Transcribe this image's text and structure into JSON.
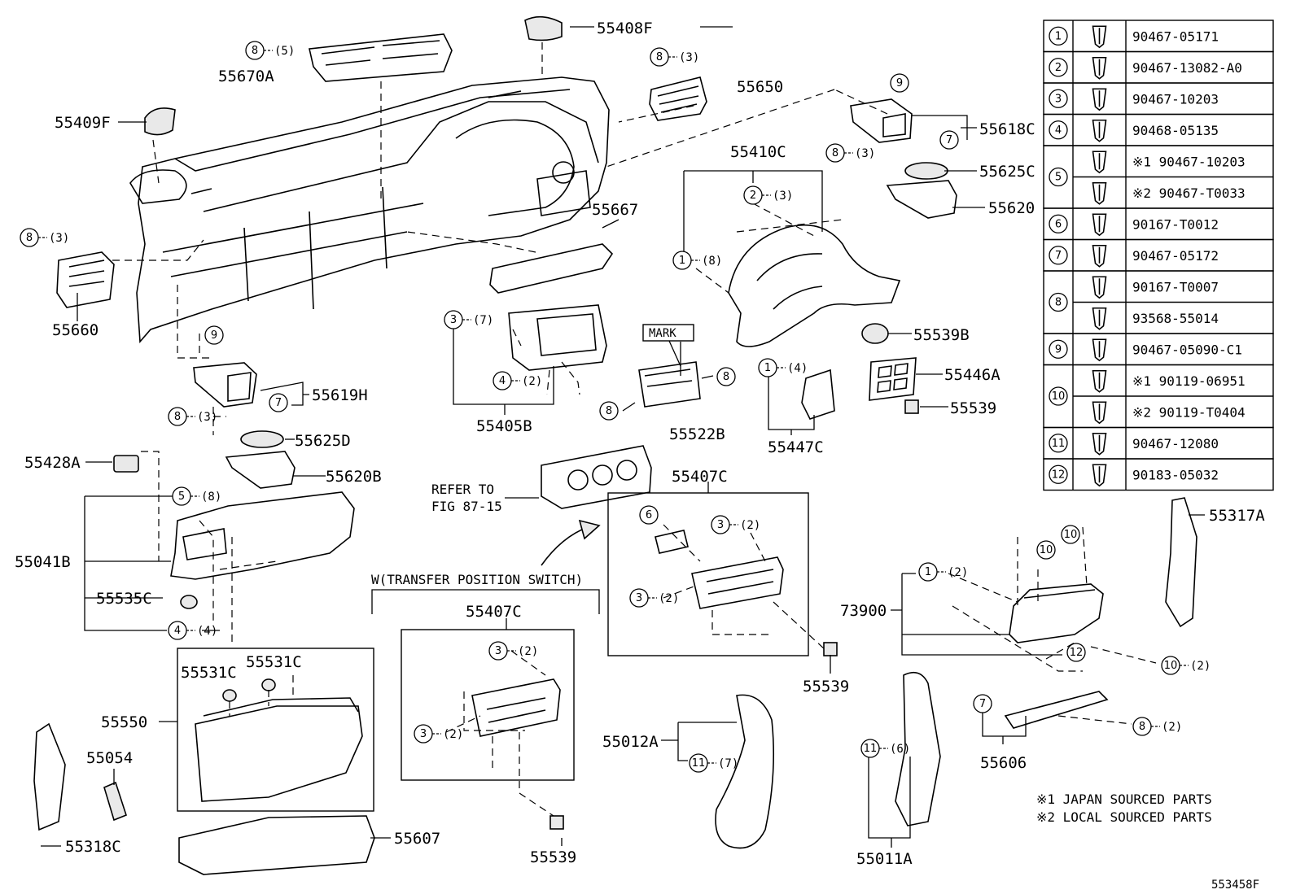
{
  "diagram_id": "553458F",
  "part_labels": {
    "p55408F": "55408F",
    "p55670A": "55670A",
    "p55650": "55650",
    "p55409F": "55409F",
    "p55618C": "55618C",
    "p55410C": "55410C",
    "p55625C": "55625C",
    "p55620": "55620",
    "p55667": "55667",
    "p55660": "55660",
    "p55539B": "55539B",
    "p55446A": "55446A",
    "p55539a": "55539",
    "p55405B": "55405B",
    "p55522B": "55522B",
    "p55447C": "55447C",
    "p55619H": "55619H",
    "p55625D": "55625D",
    "p55428A": "55428A",
    "p55620B": "55620B",
    "p55407Ca": "55407C",
    "p55041B": "55041B",
    "p55535C": "55535C",
    "p55317A": "55317A",
    "p73900": "73900",
    "p55407Cb": "55407C",
    "p55531Ca": "55531C",
    "p55531Cb": "55531C",
    "p55550": "55550",
    "p55054": "55054",
    "p55318C": "55318C",
    "p55607": "55607",
    "p55539b": "55539",
    "p55539c": "55539",
    "p55012A": "55012A",
    "p55606": "55606",
    "p55011A": "55011A"
  },
  "text": {
    "mark": "MARK",
    "refer1": "REFER TO",
    "refer2": "FIG 87-15",
    "transfer": "W(TRANSFER POSITION SWITCH)",
    "note1": "※1  JAPAN SOURCED PARTS",
    "note2": "※2  LOCAL SOURCED PARTS"
  },
  "callouts": {
    "c1": {
      "num": "8",
      "qty": "(5)"
    },
    "c2": {
      "num": "8",
      "qty": "(3)"
    },
    "c3": {
      "num": "9",
      "qty": ""
    },
    "c4": {
      "num": "7",
      "qty": ""
    },
    "c5": {
      "num": "8",
      "qty": "(3)"
    },
    "c6": {
      "num": "2",
      "qty": "(3)"
    },
    "c7": {
      "num": "1",
      "qty": "(8)"
    },
    "c8": {
      "num": "8",
      "qty": "(3)"
    },
    "c9": {
      "num": "3",
      "qty": "(7)"
    },
    "c10": {
      "num": "4",
      "qty": "(2)"
    },
    "c11": {
      "num": "8",
      "qty": ""
    },
    "c12": {
      "num": "8",
      "qty": ""
    },
    "c13": {
      "num": "1",
      "qty": "(4)"
    },
    "c14": {
      "num": "9",
      "qty": ""
    },
    "c15": {
      "num": "7",
      "qty": ""
    },
    "c16": {
      "num": "8",
      "qty": "(3)"
    },
    "c17": {
      "num": "5",
      "qty": "(8)"
    },
    "c18": {
      "num": "4",
      "qty": "(4)"
    },
    "c19": {
      "num": "6",
      "qty": ""
    },
    "c20": {
      "num": "3",
      "qty": "(2)"
    },
    "c21": {
      "num": "3",
      "qty": "(2)"
    },
    "c22": {
      "num": "3",
      "qty": "(2)"
    },
    "c23": {
      "num": "3",
      "qty": "(2)"
    },
    "c24": {
      "num": "11",
      "qty": "(7)"
    },
    "c25": {
      "num": "11",
      "qty": "(6)"
    },
    "c26": {
      "num": "1",
      "qty": "(2)"
    },
    "c27": {
      "num": "10",
      "qty": ""
    },
    "c28": {
      "num": "10",
      "qty": ""
    },
    "c29": {
      "num": "12",
      "qty": ""
    },
    "c30": {
      "num": "10",
      "qty": "(2)"
    },
    "c31": {
      "num": "7",
      "qty": ""
    },
    "c32": {
      "num": "8",
      "qty": "(2)"
    }
  },
  "fastener_table": [
    {
      "num": "1",
      "parts": [
        "90467-05171"
      ]
    },
    {
      "num": "2",
      "parts": [
        "90467-13082-A0"
      ]
    },
    {
      "num": "3",
      "parts": [
        "90467-10203"
      ]
    },
    {
      "num": "4",
      "parts": [
        "90468-05135"
      ]
    },
    {
      "num": "5",
      "parts": [
        "※1 90467-10203",
        "※2 90467-T0033"
      ]
    },
    {
      "num": "6",
      "parts": [
        "90167-T0012"
      ]
    },
    {
      "num": "7",
      "parts": [
        "90467-05172"
      ]
    },
    {
      "num": "8",
      "parts": [
        "90167-T0007",
        "93568-55014"
      ]
    },
    {
      "num": "9",
      "parts": [
        "90467-05090-C1"
      ]
    },
    {
      "num": "10",
      "parts": [
        "※1 90119-06951",
        "※2 90119-T0404"
      ]
    },
    {
      "num": "11",
      "parts": [
        "90467-12080"
      ]
    },
    {
      "num": "12",
      "parts": [
        "90183-05032"
      ]
    }
  ]
}
